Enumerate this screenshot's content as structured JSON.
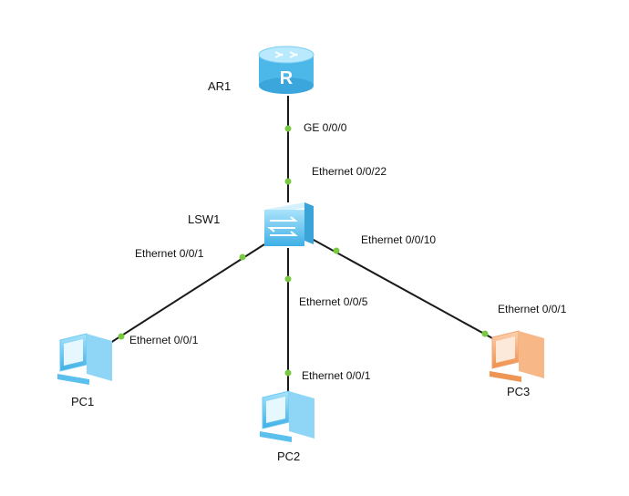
{
  "devices": {
    "router": {
      "name": "AR1"
    },
    "switch": {
      "name": "LSW1"
    },
    "pc1": {
      "name": "PC1"
    },
    "pc2": {
      "name": "PC2"
    },
    "pc3": {
      "name": "PC3"
    }
  },
  "links": [
    {
      "from": "AR1",
      "to": "LSW1",
      "from_port": "GE 0/0/0",
      "to_port": "Ethernet 0/0/22"
    },
    {
      "from": "LSW1",
      "to": "PC1",
      "from_port": "Ethernet 0/0/1",
      "to_port": "Ethernet 0/0/1"
    },
    {
      "from": "LSW1",
      "to": "PC2",
      "from_port": "Ethernet 0/0/5",
      "to_port": "Ethernet 0/0/1"
    },
    {
      "from": "LSW1",
      "to": "PC3",
      "from_port": "Ethernet 0/0/10",
      "to_port": "Ethernet 0/0/1"
    }
  ],
  "colors": {
    "link": "#1a1a1a",
    "port_dot": "#7ac943",
    "device_blue": "#5bc3ee",
    "pc3_orange": "#f5a66b"
  }
}
